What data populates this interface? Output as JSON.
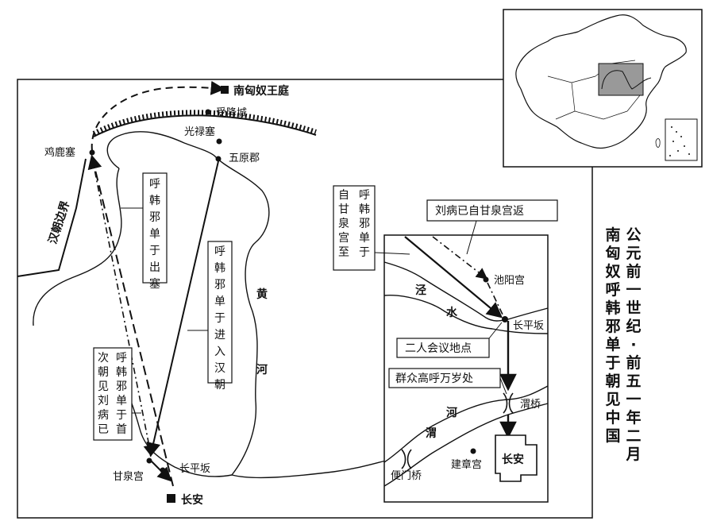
{
  "title": {
    "col1": "公元前一世纪·前五一年二月",
    "col2": "南匈奴呼韩邪单于朝见中国"
  },
  "places": {
    "south_xiongnu_court": "南匈奴王庭",
    "shouxiang_city": "受降城",
    "guanglu_fort": "光禄塞",
    "wuyuan": "五原郡",
    "jilu_fort": "鸡鹿塞",
    "ganquan_palace": "甘泉宫",
    "changping_slope": "长平坂",
    "changan": "长安",
    "chiyang_palace": "池阳宫",
    "changping_slope_inset": "长平坂",
    "wei_bridge": "渭桥",
    "bianmen_bridge": "便门桥",
    "jianzhang_palace": "建章宫",
    "changan_inset": "长安"
  },
  "labels": {
    "han_border": "汉朝边界",
    "huanghe_1": "黄",
    "huanghe_2": "河",
    "jing_1": "泾",
    "jing_2": "水",
    "wei_1": "渭",
    "wei_2": "河"
  },
  "callouts": {
    "leave_fort": "呼韩邪单于出塞",
    "enter_han": "呼韩邪单于进入汉朝",
    "first_meet": "呼韩邪单于首次朝见刘病已",
    "from_ganquan": "呼韩邪单于自甘泉宫至",
    "liu_return": "刘病已自甘泉宫返",
    "meeting_place": "二人会议地点",
    "cheer_place": "群众高呼万岁处"
  }
}
